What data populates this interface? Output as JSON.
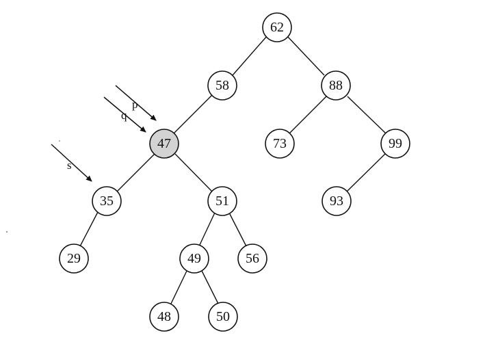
{
  "tree": {
    "nodes": [
      {
        "id": "n62",
        "value": "62",
        "highlight": false
      },
      {
        "id": "n58",
        "value": "58",
        "highlight": false
      },
      {
        "id": "n88",
        "value": "88",
        "highlight": false
      },
      {
        "id": "n47",
        "value": "47",
        "highlight": true
      },
      {
        "id": "n73",
        "value": "73",
        "highlight": false
      },
      {
        "id": "n99",
        "value": "99",
        "highlight": false
      },
      {
        "id": "n35",
        "value": "35",
        "highlight": false
      },
      {
        "id": "n51",
        "value": "51",
        "highlight": false
      },
      {
        "id": "n93",
        "value": "93",
        "highlight": false
      },
      {
        "id": "n29",
        "value": "29",
        "highlight": false
      },
      {
        "id": "n49",
        "value": "49",
        "highlight": false
      },
      {
        "id": "n56",
        "value": "56",
        "highlight": false
      },
      {
        "id": "n48",
        "value": "48",
        "highlight": false
      },
      {
        "id": "n50",
        "value": "50",
        "highlight": false
      }
    ],
    "edges": [
      {
        "from": "n62",
        "to": "n58"
      },
      {
        "from": "n62",
        "to": "n88"
      },
      {
        "from": "n58",
        "to": "n47"
      },
      {
        "from": "n88",
        "to": "n73"
      },
      {
        "from": "n88",
        "to": "n99"
      },
      {
        "from": "n47",
        "to": "n35"
      },
      {
        "from": "n47",
        "to": "n51"
      },
      {
        "from": "n99",
        "to": "n93"
      },
      {
        "from": "n35",
        "to": "n29"
      },
      {
        "from": "n51",
        "to": "n49"
      },
      {
        "from": "n51",
        "to": "n56"
      },
      {
        "from": "n49",
        "to": "n48"
      },
      {
        "from": "n49",
        "to": "n50"
      }
    ],
    "highlight_color": "#d3d3d3"
  },
  "pointers": [
    {
      "id": "p",
      "label": "p",
      "target": "n47"
    },
    {
      "id": "q",
      "label": "q",
      "target": "n47"
    },
    {
      "id": "s",
      "label": "s",
      "target": "n35"
    }
  ]
}
